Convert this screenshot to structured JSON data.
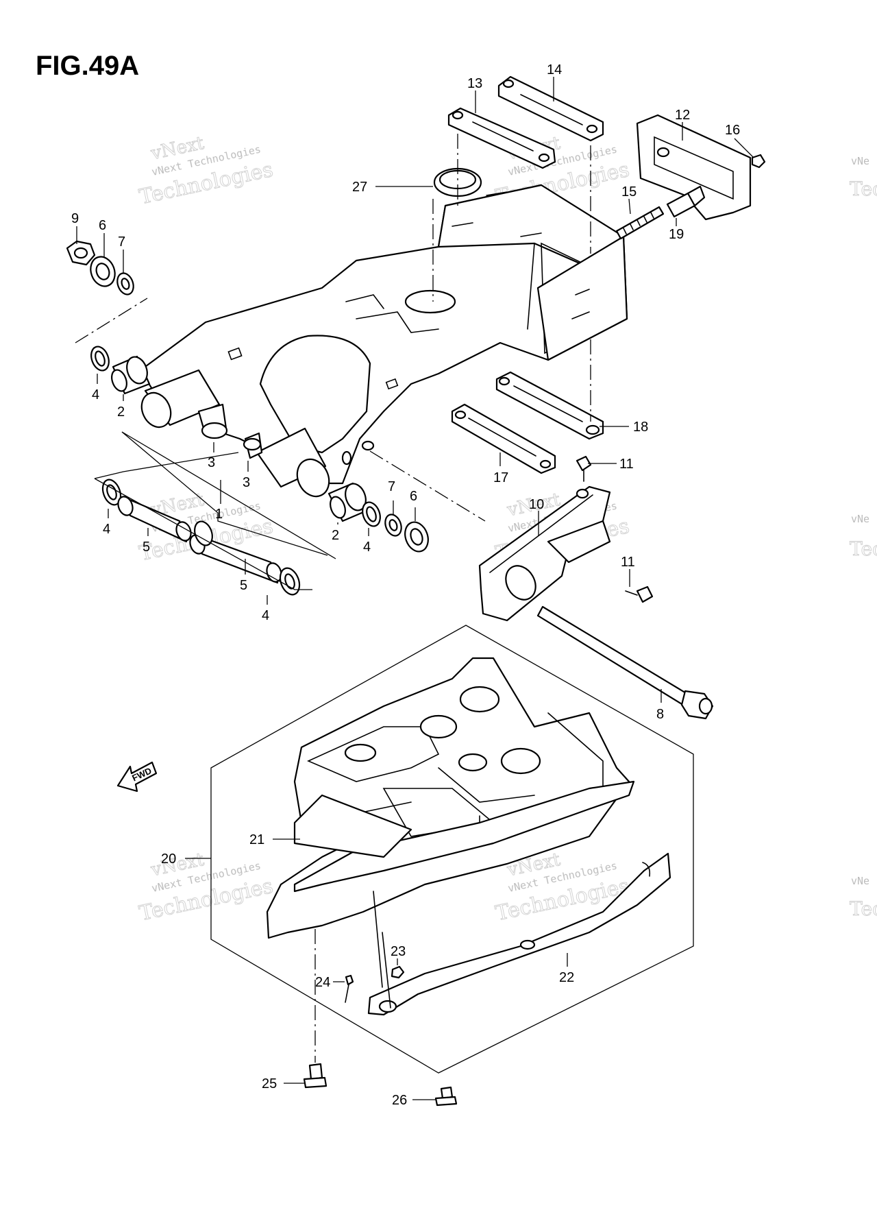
{
  "figure": {
    "title": "FIG.49A",
    "fwd_label": "FWD"
  },
  "watermark": {
    "line1": "vNext",
    "line2": "vNext Technologies",
    "line3": "Technologies",
    "edge1": "vNe",
    "edge2": "Tec"
  },
  "callouts": [
    "1",
    "2",
    "2",
    "3",
    "3",
    "4",
    "4",
    "4",
    "4",
    "5",
    "5",
    "6",
    "6",
    "7",
    "7",
    "8",
    "9",
    "10",
    "11",
    "11",
    "12",
    "13",
    "14",
    "15",
    "16",
    "17",
    "18",
    "19",
    "20",
    "21",
    "22",
    "23",
    "24",
    "25",
    "26",
    "27"
  ]
}
